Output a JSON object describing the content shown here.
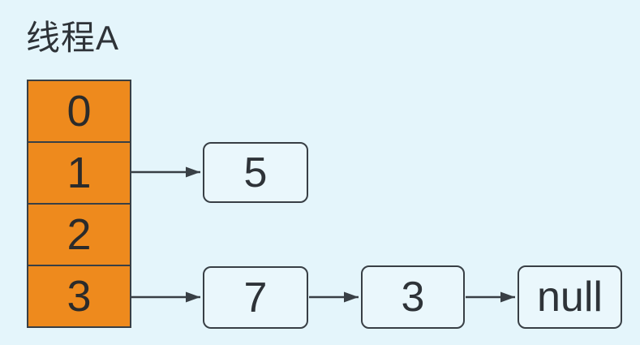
{
  "title": "线程A",
  "colors": {
    "background": "#e4f5fb",
    "array_fill": "#ee8a1d",
    "stroke": "#383f45",
    "node_fill": "#eaf7fc",
    "text": "#2e3338"
  },
  "array": {
    "cells": [
      "0",
      "1",
      "2",
      "3"
    ]
  },
  "chains": [
    {
      "from_index": "1",
      "nodes": [
        "5"
      ]
    },
    {
      "from_index": "3",
      "nodes": [
        "7",
        "3",
        "null"
      ]
    }
  ]
}
